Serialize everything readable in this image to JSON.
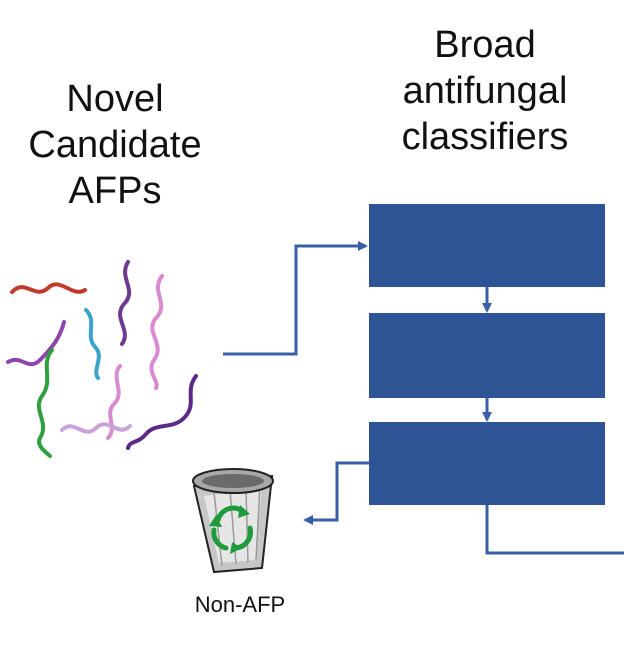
{
  "candidates": {
    "title_lines": [
      "Novel",
      "Candidate",
      "AFPs"
    ]
  },
  "classifiers": {
    "title_lines": [
      "Broad",
      "antifungal",
      "classifiers"
    ],
    "box_color": "#2f5496"
  },
  "arrow_color": "#3b5fa6",
  "trash": {
    "label": "Non-AFP",
    "icon": "recycle-bin-icon"
  },
  "peptide_colors": [
    "#c0392b",
    "#6c3a8e",
    "#d98ad0",
    "#8e44ad",
    "#3aa3c9",
    "#2e9e3e",
    "#d98ad0",
    "#c9a2d9",
    "#5b2a86"
  ]
}
